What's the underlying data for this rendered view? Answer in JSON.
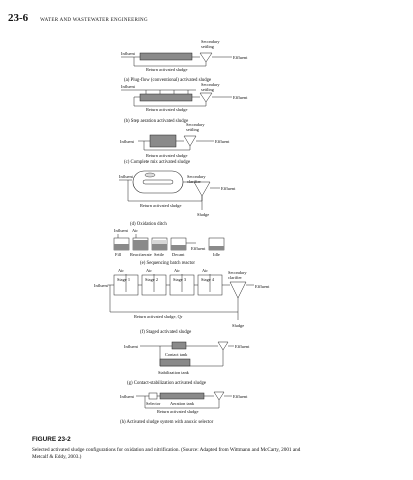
{
  "header": {
    "page_number": "23-6",
    "running_head": "WATER AND WASTEWATER ENGINEERING"
  },
  "panels": {
    "a": {
      "influent": "Influent",
      "clarifier": "Secondary\nsettling",
      "effluent": "Effluent",
      "return": "Return activated sludge",
      "caption": "(a) Plug-flow (conventional) activated sludge"
    },
    "b": {
      "influent": "Influent",
      "clarifier": "Secondary\nsettling",
      "effluent": "Effluent",
      "return": "Return activated sludge",
      "caption": "(b) Step aeration activated sludge"
    },
    "c": {
      "influent": "Influent",
      "clarifier": "Secondary\nsettling",
      "effluent": "Effluent",
      "return": "Return activated sludge",
      "caption": "(c) Complete mix activated sludge"
    },
    "d": {
      "influent": "Influent",
      "clarifier": "Secondary\nclarifier",
      "effluent": "Effluent",
      "return": "Return activated sludge",
      "sludge": "Sludge",
      "caption": "(d) Oxidation ditch"
    },
    "e": {
      "influent": "Influent",
      "air": "Air",
      "effluent": "Effluent",
      "steps": [
        "Fill",
        "React/aerate",
        "Settle",
        "Decant",
        "Idle"
      ],
      "caption": "(e) Sequencing batch reactor"
    },
    "f": {
      "influent": "Influent",
      "air": [
        "Air",
        "Air",
        "Air",
        "Air"
      ],
      "stages": [
        "Stage 1",
        "Stage 2",
        "Stage 3",
        "Stage 4"
      ],
      "clarifier": "Secondary\nclarifier",
      "effluent": "Effluent",
      "return": "Return activated sludge, Qr",
      "sludge": "Sludge",
      "caption": "(f) Staged activated sludge"
    },
    "g": {
      "influent": "Influent",
      "contact": "Contact tank",
      "effluent": "Effluent",
      "stabilization": "Stabilization tank",
      "caption": "(g) Contact-stabilization activated sludge"
    },
    "h": {
      "influent": "Influent",
      "selector": "Selector",
      "aeration": "Aeration tank",
      "effluent": "Effluent",
      "return": "Return activated sludge",
      "caption": "(h) Activated sludge system with anoxic selector"
    }
  },
  "figure_label": "FIGURE 23-2",
  "figure_caption": "Selected activated sludge configurations for oxidation and nitrification. (Source: Adapted from Wittmann and McCarty, 2001 and Metcalf & Eddy, 2003.)"
}
